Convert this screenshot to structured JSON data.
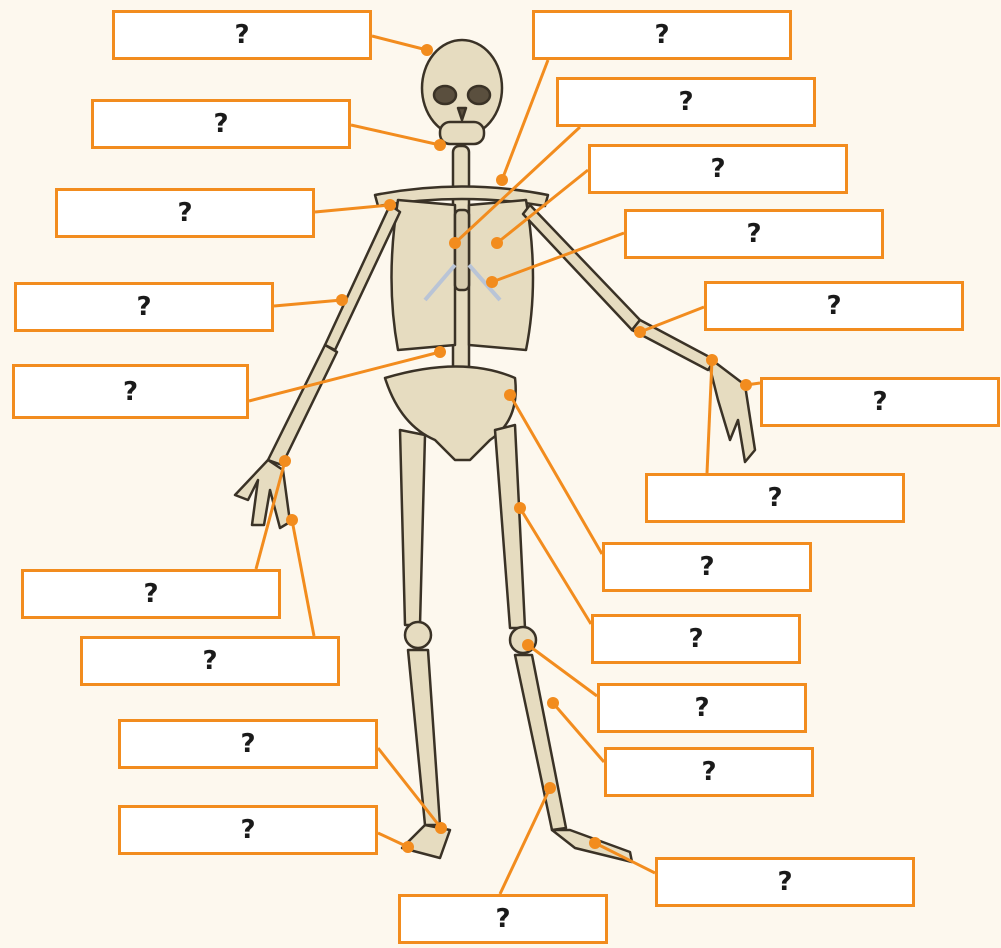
{
  "colors": {
    "background": "#fdf8ee",
    "accent": "#f28c1e",
    "bone": "#e6dcc0",
    "bone_outline": "#3a3226",
    "cartilage": "#b9c4d6"
  },
  "diagram": {
    "labels": [
      {
        "id": "skull",
        "text": "?"
      },
      {
        "id": "mandible",
        "text": "?"
      },
      {
        "id": "shoulder-left",
        "text": "?"
      },
      {
        "id": "humerus-left",
        "text": "?"
      },
      {
        "id": "vertebra",
        "text": "?"
      },
      {
        "id": "clavicle",
        "text": "?"
      },
      {
        "id": "sternum",
        "text": "?"
      },
      {
        "id": "ribs",
        "text": "?"
      },
      {
        "id": "rib-cartilage",
        "text": "?"
      },
      {
        "id": "radius-right",
        "text": "?"
      },
      {
        "id": "fingers-right",
        "text": "?"
      },
      {
        "id": "carpals-right",
        "text": "?"
      },
      {
        "id": "pelvis",
        "text": "?"
      },
      {
        "id": "femur",
        "text": "?"
      },
      {
        "id": "wrist-left",
        "text": "?"
      },
      {
        "id": "hand-left",
        "text": "?"
      },
      {
        "id": "patella",
        "text": "?"
      },
      {
        "id": "fibula",
        "text": "?"
      },
      {
        "id": "ankle-left",
        "text": "?"
      },
      {
        "id": "foot-left",
        "text": "?"
      },
      {
        "id": "tibia",
        "text": "?"
      },
      {
        "id": "toes-right",
        "text": "?"
      }
    ]
  }
}
